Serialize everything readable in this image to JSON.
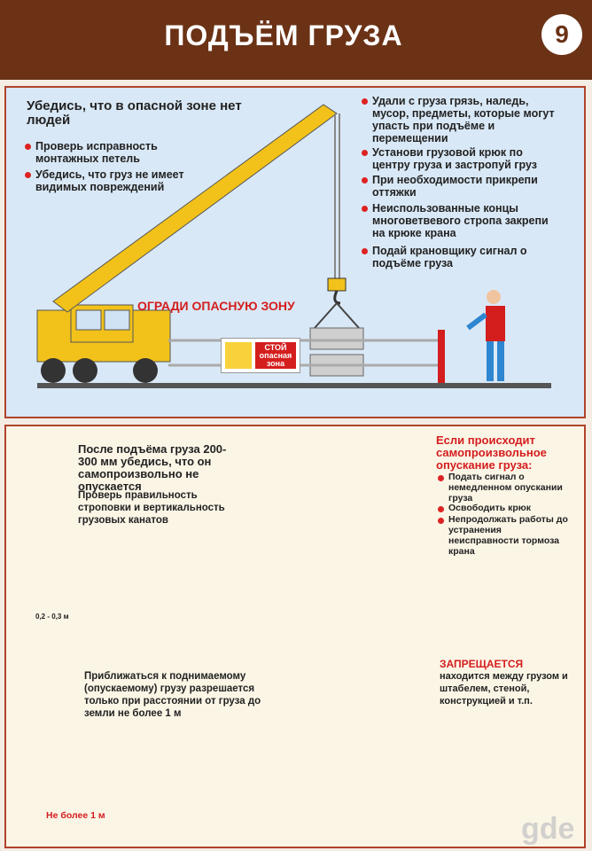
{
  "header": {
    "title": "ПОДЪЁМ ГРУЗА",
    "number": "9"
  },
  "panel1": {
    "left_heading": "Убедись, что в опасной зоне нет людей",
    "left_items": [
      "Проверь исправность монтажных петель",
      "Убедись, что груз не имеет видимых повреждений"
    ],
    "right_items": [
      "Удали с груза грязь, наледь, мусор, предметы, которые могут упасть при подъёме и перемещении",
      "Установи грузовой крюк по центру груза и застропуй груз",
      "При необходимости прикрепи оттяжки",
      "Неиспользованные концы многоветвевого стропа закрепи на крюке крана",
      "Подай крановщику сигнал о подъёме груза"
    ],
    "fence_label": "ОГРАДИ ОПАСНУЮ ЗОНУ",
    "sign_stop": "СТОЙ",
    "sign_zone": "опасная зона"
  },
  "panel2": {
    "tl_heading": "После подъёма груза 200-300 мм убедись, что он самопроизвольно не опускается",
    "tl_sub": "Проверь правильность строповки и вертикальность грузовых канатов",
    "tl_measure": "0,2 - 0,3 м",
    "tr_heading": "Если происходит самопроизвольное опускание груза:",
    "tr_items": [
      "Подать сигнал о немедленном опускании груза",
      "Освободить крюк",
      "Непродолжать работы до устранения неисправности тормоза крана"
    ],
    "bl_text": "Приближаться к поднимаемому (опускаемому) грузу разрешается только при расстоянии от груза до земли не более 1 м",
    "bl_measure": "Не более 1 м",
    "br_heading": "ЗАПРЕЩАЕТСЯ",
    "br_text": "находится между грузом и штабелем, стеной, конструкцией и т.п."
  },
  "watermark": "gde",
  "colors": {
    "header": "#6b3216",
    "crane": "#f2c21a",
    "worker_blue": "#2e86d1",
    "vest": "#d41e1e",
    "wood": "#d7892e"
  }
}
